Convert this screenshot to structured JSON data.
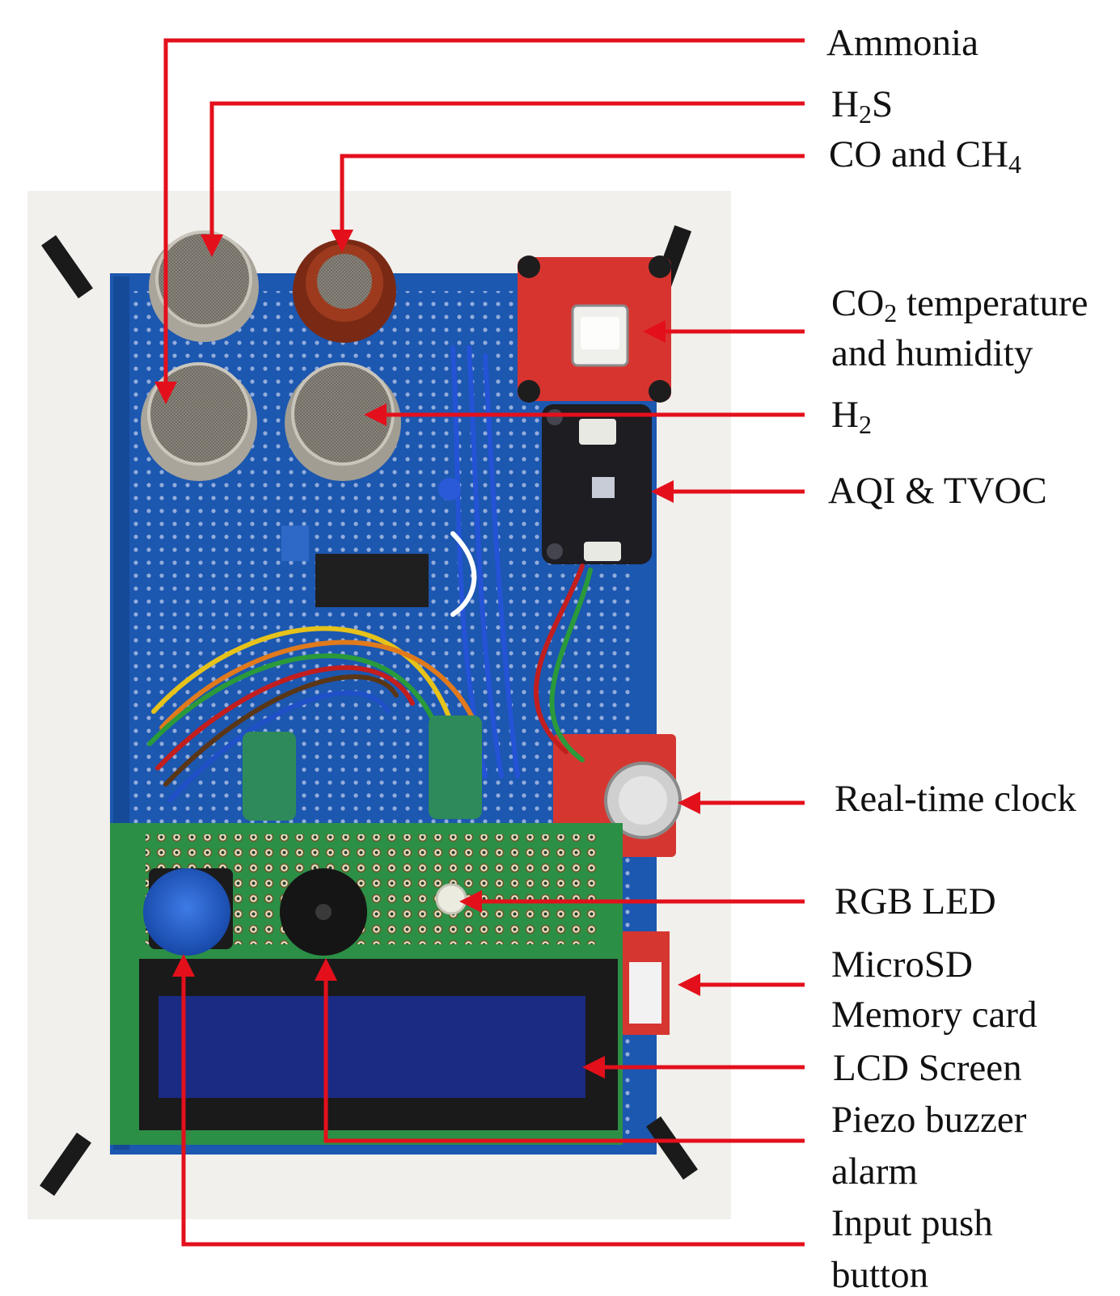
{
  "callouts": {
    "ammonia": "Ammonia",
    "h2s": {
      "pre": "H",
      "sub": "2",
      "post": "S"
    },
    "co_ch4": {
      "pre": "CO and CH",
      "sub": "4"
    },
    "co2_line1": {
      "pre": "CO",
      "sub": "2",
      "post": " temperature"
    },
    "co2_line2": "and humidity",
    "h2": {
      "pre": "H",
      "sub": "2"
    },
    "aqi": "AQI & TVOC",
    "rtc": "Real-time clock",
    "rgb": "RGB LED",
    "sd_line1": "MicroSD",
    "sd_line2": "Memory card",
    "lcd": "LCD Screen",
    "buzzer_line1": "Piezo buzzer",
    "buzzer_line2": "alarm",
    "button_line1": "Input push",
    "button_line2": "button"
  },
  "colors": {
    "arrow": "#e3101c",
    "board": "#1c57b0",
    "sensor_metal": "#8d8a82",
    "mq9_red": "#8a2d16",
    "breakout_red": "#d8342f",
    "ens_black": "#1d1d22",
    "bottom_board": "#2c8f46",
    "lcd_glass": "#1b2a82",
    "button_blue": "#1f63d1",
    "backdrop": "#f2f1ee"
  }
}
